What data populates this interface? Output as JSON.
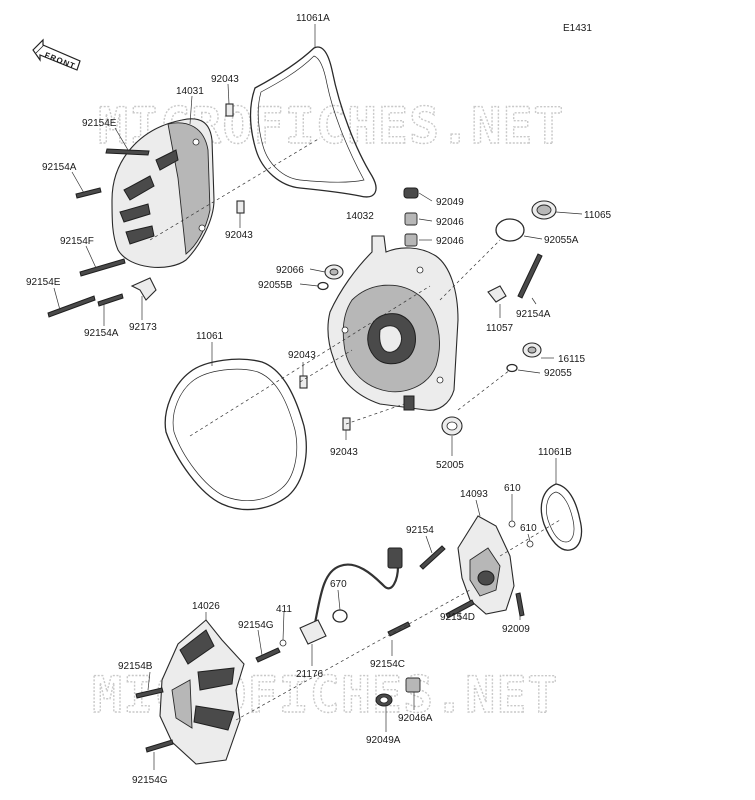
{
  "diagram_code": "E1431",
  "front_label": "FRONT",
  "watermark": "MICROFICHES.NET",
  "parts": [
    {
      "id": "p11061a",
      "text": "11061A"
    },
    {
      "id": "p14031",
      "text": "14031"
    },
    {
      "id": "p92043a",
      "text": "92043"
    },
    {
      "id": "p92154e1",
      "text": "92154E"
    },
    {
      "id": "p92154a1",
      "text": "92154A"
    },
    {
      "id": "p92043b",
      "text": "92043"
    },
    {
      "id": "p92154f",
      "text": "92154F"
    },
    {
      "id": "p92154e2",
      "text": "92154E"
    },
    {
      "id": "p92154a2",
      "text": "92154A"
    },
    {
      "id": "p92173",
      "text": "92173"
    },
    {
      "id": "p92049a1",
      "text": "92049"
    },
    {
      "id": "p92046a1",
      "text": "92046"
    },
    {
      "id": "p92046b1",
      "text": "92046"
    },
    {
      "id": "p14032",
      "text": "14032"
    },
    {
      "id": "p11065",
      "text": "11065"
    },
    {
      "id": "p92055a",
      "text": "92055A"
    },
    {
      "id": "p92066",
      "text": "92066"
    },
    {
      "id": "p92055b",
      "text": "92055B"
    },
    {
      "id": "p92154a3",
      "text": "92154A"
    },
    {
      "id": "p11057",
      "text": "11057"
    },
    {
      "id": "p11061",
      "text": "11061"
    },
    {
      "id": "p92043c",
      "text": "92043"
    },
    {
      "id": "p16115",
      "text": "16115"
    },
    {
      "id": "p92055",
      "text": "92055"
    },
    {
      "id": "p92043d",
      "text": "92043"
    },
    {
      "id": "p52005",
      "text": "52005"
    },
    {
      "id": "p11061b",
      "text": "11061B"
    },
    {
      "id": "p14093",
      "text": "14093"
    },
    {
      "id": "p610a",
      "text": "610"
    },
    {
      "id": "p92154",
      "text": "92154"
    },
    {
      "id": "p610b",
      "text": "610"
    },
    {
      "id": "p670",
      "text": "670"
    },
    {
      "id": "p14026",
      "text": "14026"
    },
    {
      "id": "p411",
      "text": "411"
    },
    {
      "id": "p92154g1",
      "text": "92154G"
    },
    {
      "id": "p92009",
      "text": "92009"
    },
    {
      "id": "p92154d",
      "text": "92154D"
    },
    {
      "id": "p92154b",
      "text": "92154B"
    },
    {
      "id": "p92154c",
      "text": "92154C"
    },
    {
      "id": "p21176",
      "text": "21176"
    },
    {
      "id": "p92046a2",
      "text": "92046A"
    },
    {
      "id": "p92049a2",
      "text": "92049A"
    },
    {
      "id": "p92154g2",
      "text": "92154G"
    }
  ]
}
